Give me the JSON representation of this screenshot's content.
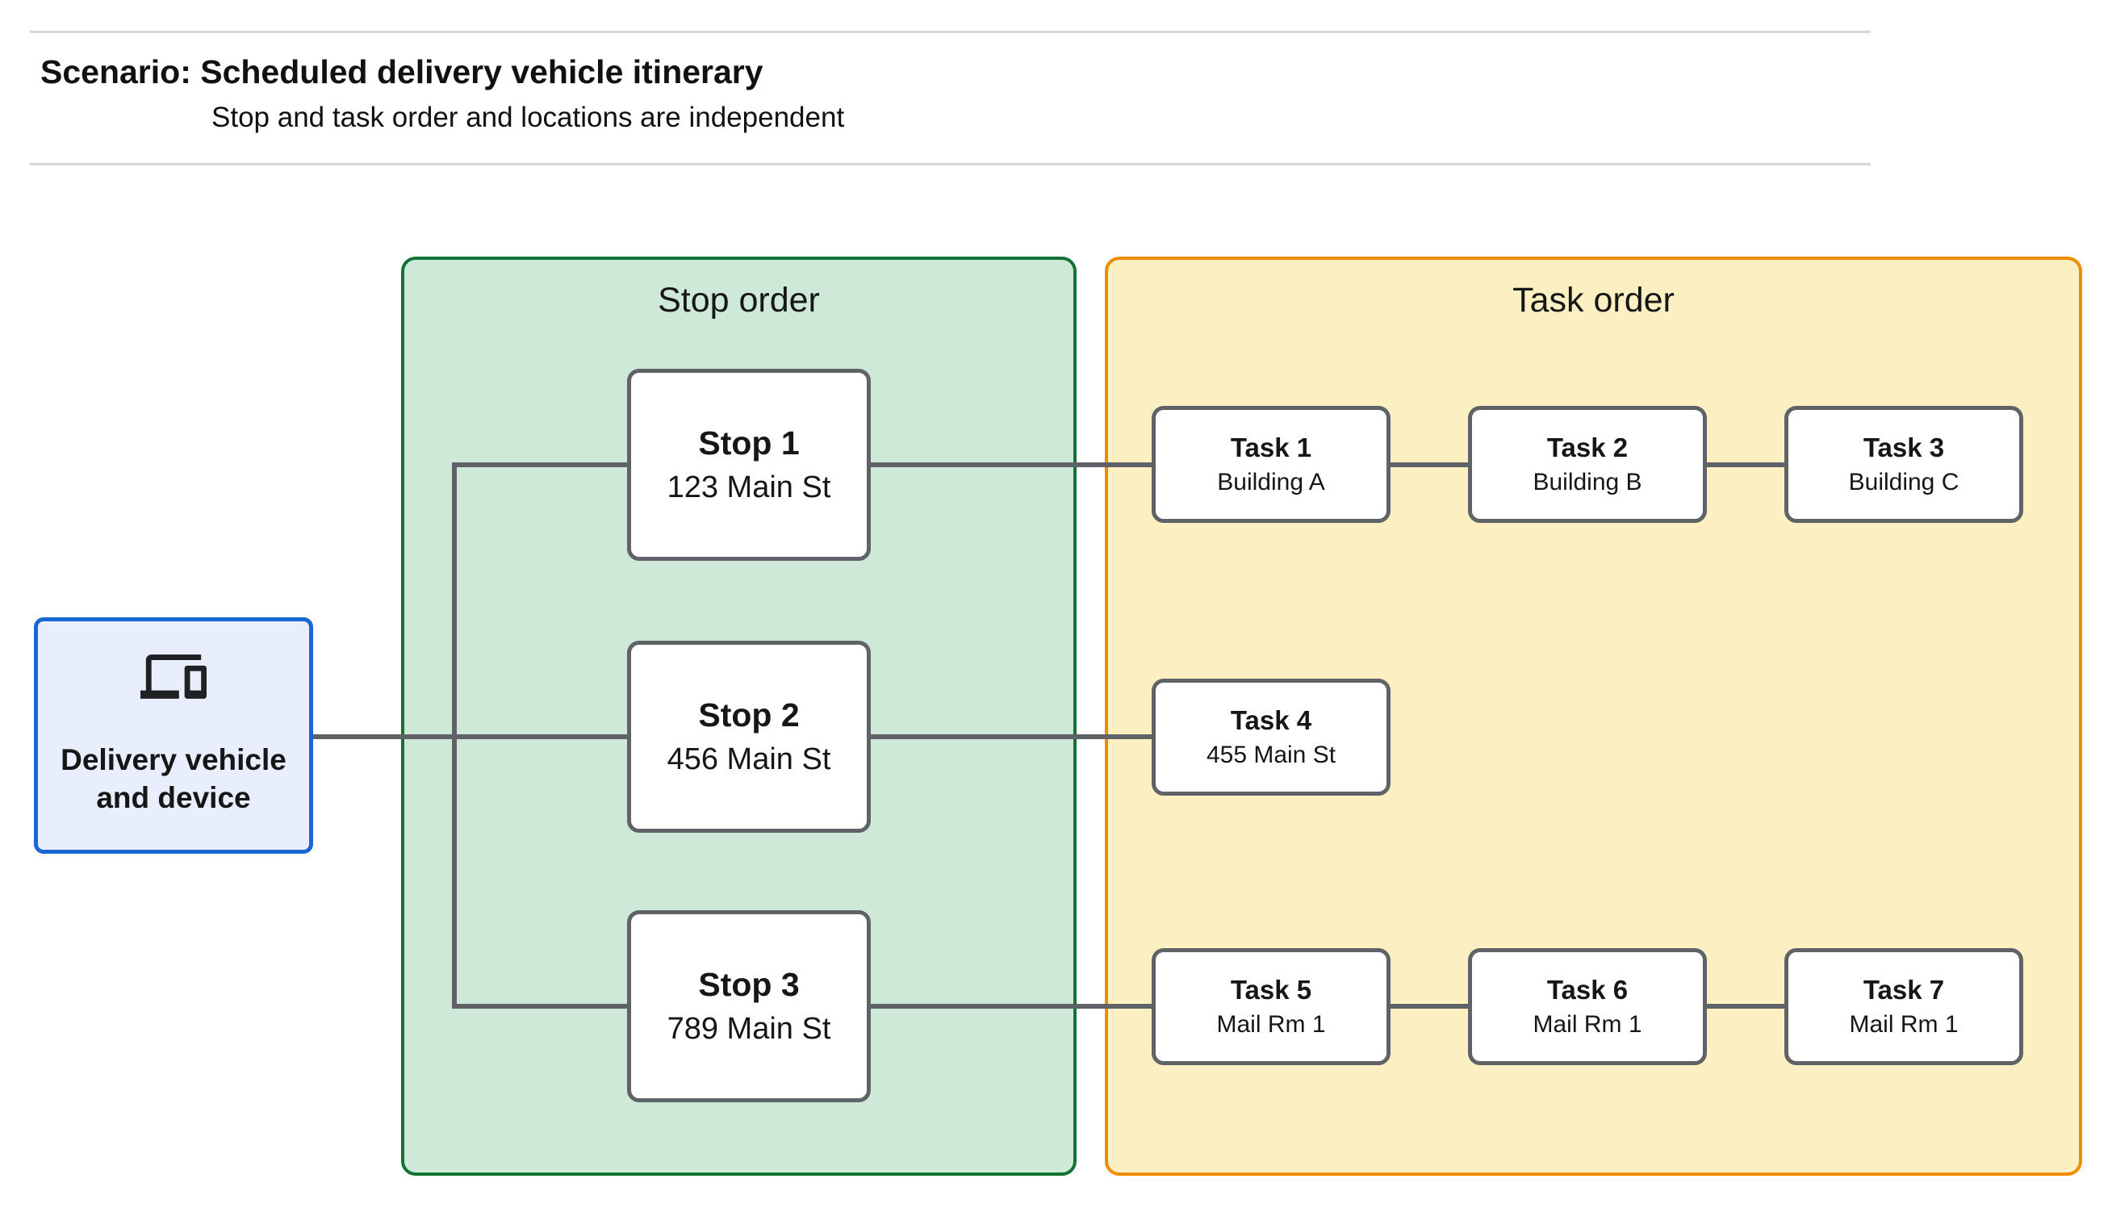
{
  "header": {
    "title": "Scenario: Scheduled delivery vehicle itinerary",
    "subtitle": "Stop and task order and locations are independent"
  },
  "delivery": {
    "label_line1": "Delivery vehicle",
    "label_line2": "and device",
    "icon": "devices-icon",
    "fill_color": "#e8eefc",
    "border_color": "#1967d2"
  },
  "panels": {
    "stop_order": {
      "title": "Stop order",
      "fill_color": "#cee9d7",
      "border_color": "#137333"
    },
    "task_order": {
      "title": "Task order",
      "fill_color": "#fcf0c3",
      "border_color": "#ef8d00"
    }
  },
  "stops": [
    {
      "label": "Stop 1",
      "location": "123 Main St"
    },
    {
      "label": "Stop 2",
      "location": "456 Main St"
    },
    {
      "label": "Stop 3",
      "location": "789 Main St"
    }
  ],
  "tasks": [
    {
      "label": "Task 1",
      "location": "Building A"
    },
    {
      "label": "Task 2",
      "location": "Building B"
    },
    {
      "label": "Task 3",
      "location": "Building C"
    },
    {
      "label": "Task 4",
      "location": "455 Main St"
    },
    {
      "label": "Task 5",
      "location": "Mail Rm 1"
    },
    {
      "label": "Task 6",
      "location": "Mail Rm 1"
    },
    {
      "label": "Task 7",
      "location": "Mail Rm 1"
    }
  ],
  "connector_color": "#5f6368"
}
